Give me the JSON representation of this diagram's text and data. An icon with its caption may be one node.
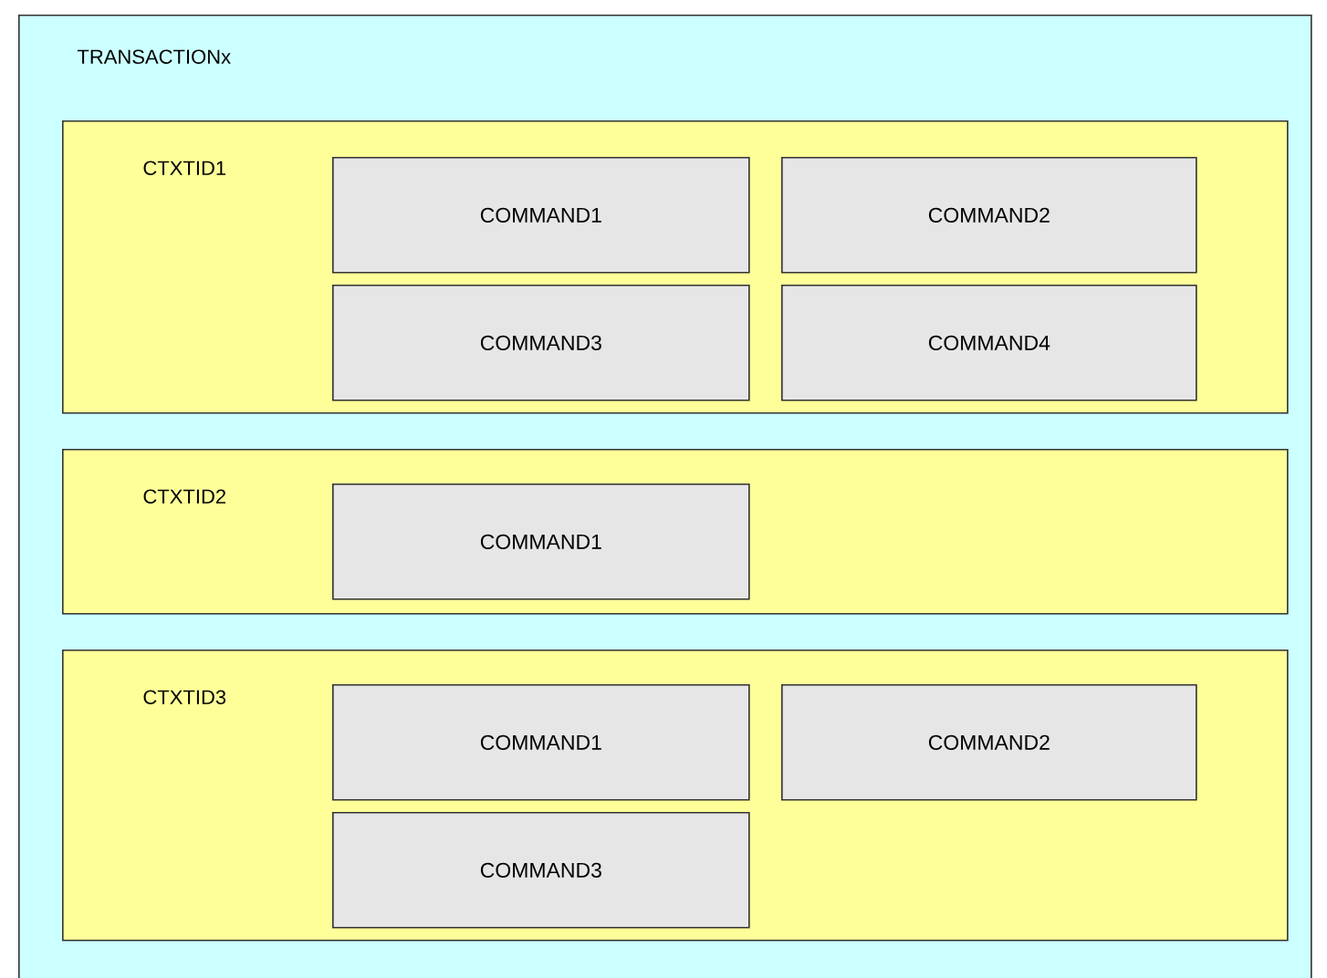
{
  "diagram": {
    "nodes": [
      {
        "text": [
          "TRANSACTIONx"
        ]
      },
      {
        "text": [
          "CTXTID1"
        ],
        "in": 0
      },
      {
        "text": [
          "COMMAND1"
        ],
        "in": 1
      },
      {
        "text": [
          "COMMAND2"
        ],
        "in": 1
      },
      {
        "text": [
          "COMMAND3"
        ],
        "in": 1
      },
      {
        "text": [
          "COMMAND4"
        ],
        "in": 1
      },
      {
        "text": [
          "CTXTID2"
        ],
        "in": 0
      },
      {
        "text": [
          "COMMAND1"
        ],
        "in": 6
      },
      {
        "text": [
          "CTXTID3"
        ],
        "in": 0
      },
      {
        "text": [
          "COMMAND1"
        ],
        "in": 8
      },
      {
        "text": [
          "COMMAND2"
        ],
        "in": 8
      },
      {
        "text": [
          "COMMAND3"
        ],
        "in": 8
      }
    ]
  }
}
